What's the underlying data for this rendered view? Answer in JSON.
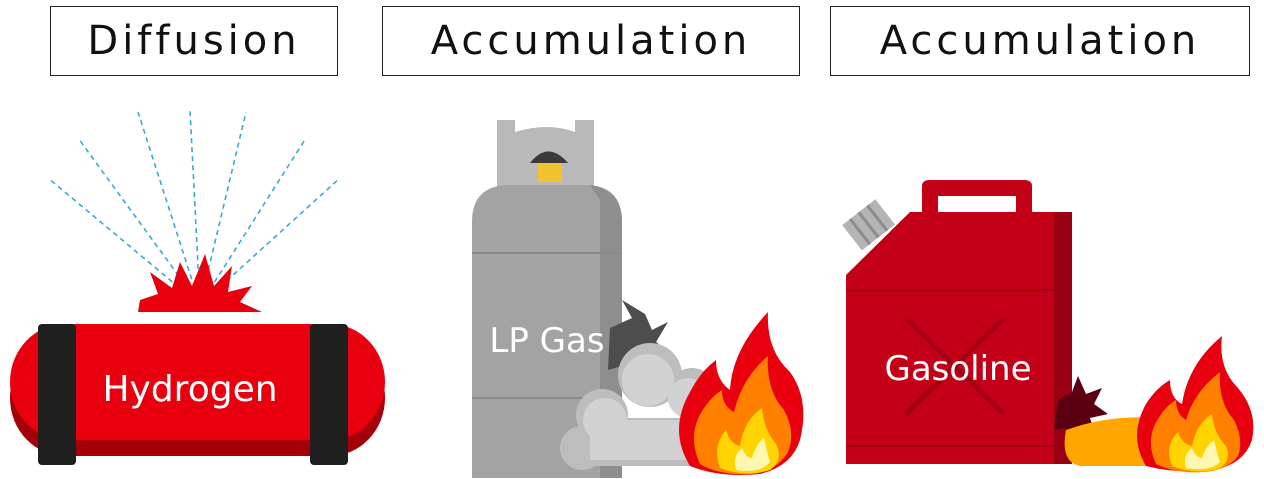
{
  "columns": [
    {
      "heading": "Diffusion",
      "item": "Hydrogen"
    },
    {
      "heading": "Accumulation",
      "item": "LP Gas"
    },
    {
      "heading": "Accumulation",
      "item": "Gasoline"
    }
  ],
  "colors": {
    "hydrogen_red": "#e8000f",
    "dark_red": "#a4000a",
    "cylinder_gray": "#a3a3a3",
    "can_red": "#c40018",
    "flame_orange": "#ff7f00",
    "flame_yellow": "#ffd400",
    "smoke_gray": "#d2d2d2",
    "dash_blue": "#3aa8d6"
  }
}
